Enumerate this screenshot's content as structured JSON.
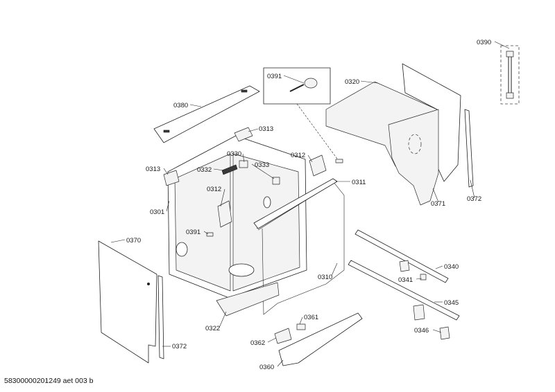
{
  "diagram": {
    "footer_code": "58300000201249 aet 003 b",
    "callouts": [
      {
        "id": "0390",
        "label": "0390"
      },
      {
        "id": "0391a",
        "label": "0391"
      },
      {
        "id": "0320",
        "label": "0320"
      },
      {
        "id": "0380",
        "label": "0380"
      },
      {
        "id": "0313a",
        "label": "0313"
      },
      {
        "id": "0330",
        "label": "0330"
      },
      {
        "id": "0332",
        "label": "0332"
      },
      {
        "id": "0333",
        "label": "0333"
      },
      {
        "id": "0312a",
        "label": "0312"
      },
      {
        "id": "0313b",
        "label": "0313"
      },
      {
        "id": "0311",
        "label": "0311"
      },
      {
        "id": "0312b",
        "label": "0312"
      },
      {
        "id": "0301",
        "label": "0301"
      },
      {
        "id": "0391b",
        "label": "0391"
      },
      {
        "id": "0371",
        "label": "0371"
      },
      {
        "id": "0372a",
        "label": "0372"
      },
      {
        "id": "0370",
        "label": "0370"
      },
      {
        "id": "0310",
        "label": "0310"
      },
      {
        "id": "0340",
        "label": "0340"
      },
      {
        "id": "0341",
        "label": "0341"
      },
      {
        "id": "0345",
        "label": "0345"
      },
      {
        "id": "0346",
        "label": "0346"
      },
      {
        "id": "0322",
        "label": "0322"
      },
      {
        "id": "0361",
        "label": "0361"
      },
      {
        "id": "0362",
        "label": "0362"
      },
      {
        "id": "0372b",
        "label": "0372"
      },
      {
        "id": "0360",
        "label": "0360"
      }
    ]
  }
}
